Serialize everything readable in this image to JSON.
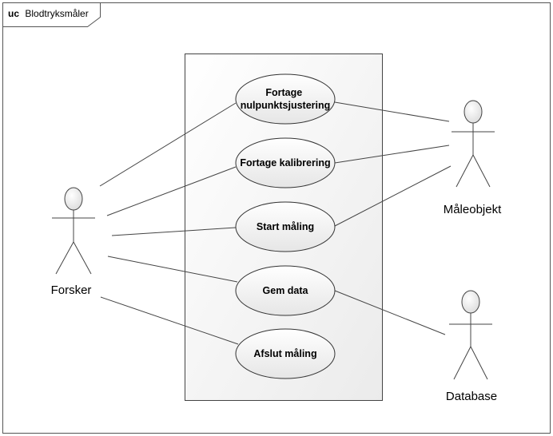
{
  "frame": {
    "keyword": "uc",
    "name": "Blodtryksmåler"
  },
  "system_boundary": {
    "title": ""
  },
  "use_cases": [
    {
      "id": "nulpunkt",
      "lines": [
        "Fortage",
        "nulpunktsjustering"
      ]
    },
    {
      "id": "kalibrering",
      "lines": [
        "Fortage kalibrering"
      ]
    },
    {
      "id": "start",
      "lines": [
        "Start måling"
      ]
    },
    {
      "id": "gem",
      "lines": [
        "Gem data"
      ]
    },
    {
      "id": "afslut",
      "lines": [
        "Afslut måling"
      ]
    }
  ],
  "actors": [
    {
      "id": "forsker",
      "name": "Forsker"
    },
    {
      "id": "maaleobjekt",
      "name": "Måleobjekt"
    },
    {
      "id": "database",
      "name": "Database"
    }
  ],
  "associations": [
    {
      "from": "forsker",
      "to": "nulpunkt"
    },
    {
      "from": "forsker",
      "to": "kalibrering"
    },
    {
      "from": "forsker",
      "to": "start"
    },
    {
      "from": "forsker",
      "to": "gem"
    },
    {
      "from": "forsker",
      "to": "afslut"
    },
    {
      "from": "maaleobjekt",
      "to": "nulpunkt"
    },
    {
      "from": "maaleobjekt",
      "to": "kalibrering"
    },
    {
      "from": "maaleobjekt",
      "to": "start"
    },
    {
      "from": "database",
      "to": "gem"
    }
  ],
  "colors": {
    "line": "#444444",
    "usecase_fill_top": "#ffffff",
    "usecase_fill_bottom": "#e6e6e6",
    "boundary_fill_top": "#ffffff",
    "boundary_fill_bottom": "#eeeeee",
    "actor_head_fill": "#eeeeee"
  }
}
